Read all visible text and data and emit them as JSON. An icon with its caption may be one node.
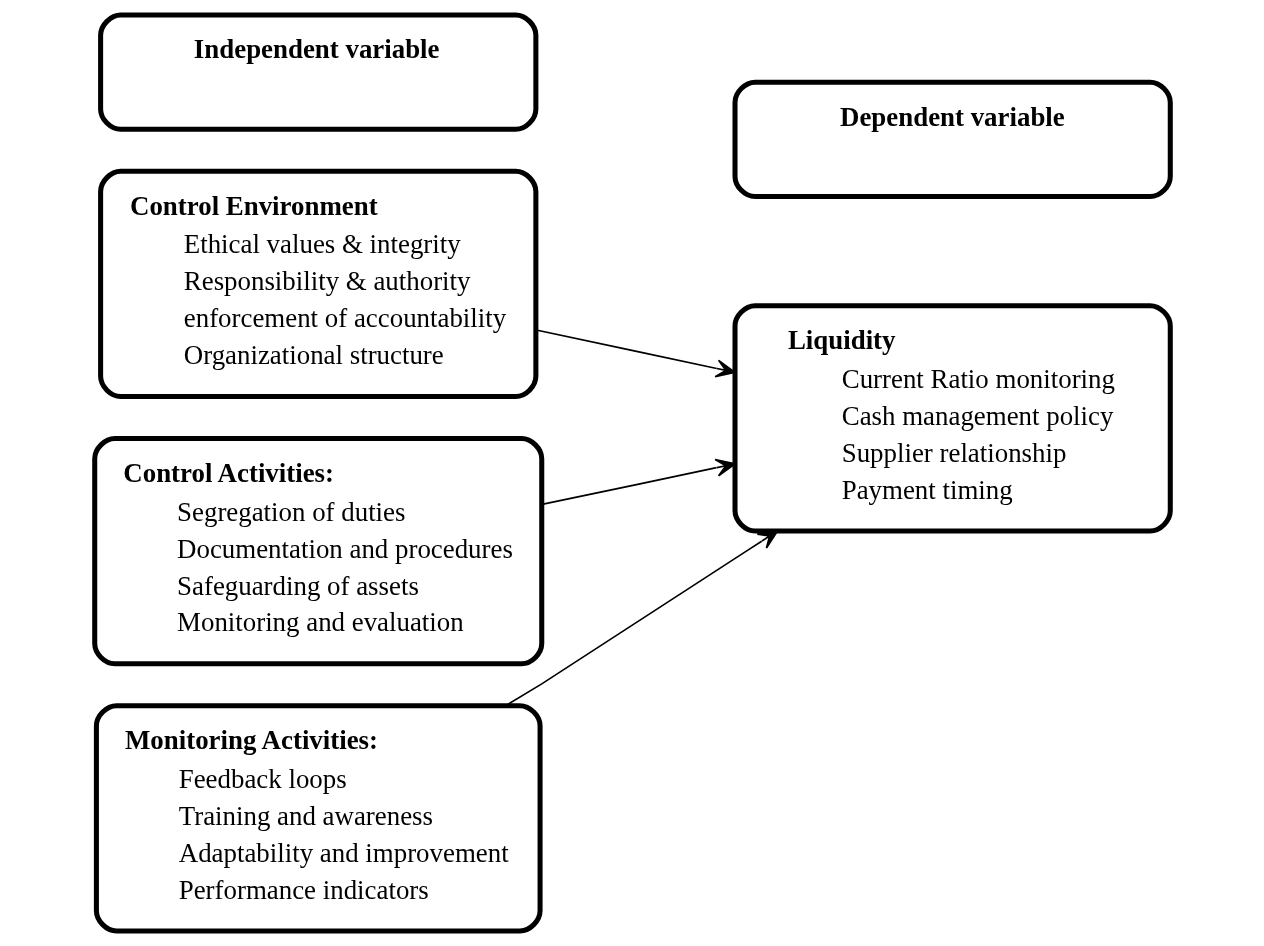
{
  "diagram": {
    "nodes": [
      {
        "text": [
          "Independent variable"
        ]
      },
      {
        "text": [
          "Dependent variable"
        ]
      },
      {
        "text": [
          "Control Environment",
          "Ethical values & integrity",
          "Responsibility & authority",
          "enforcement of accountability",
          "Organizational structure"
        ]
      },
      {
        "text": [
          "Control Activities:",
          "Segregation of duties",
          "Documentation and procedures",
          "Safeguarding of assets",
          "Monitoring and evaluation"
        ]
      },
      {
        "text": [
          "Monitoring Activities:",
          "Feedback loops",
          "Training and awareness",
          "Adaptability and improvement",
          "Performance indicators"
        ]
      },
      {
        "text": [
          "Liquidity",
          "Current Ratio monitoring",
          "Cash management policy",
          "Supplier relationship",
          "Payment timing"
        ]
      }
    ],
    "edges": [
      {
        "from": 2,
        "to": 5,
        "arrow": "to"
      },
      {
        "from": 3,
        "to": 5,
        "arrow": "to"
      },
      {
        "from": 4,
        "to": 5,
        "arrow": "to"
      }
    ]
  }
}
